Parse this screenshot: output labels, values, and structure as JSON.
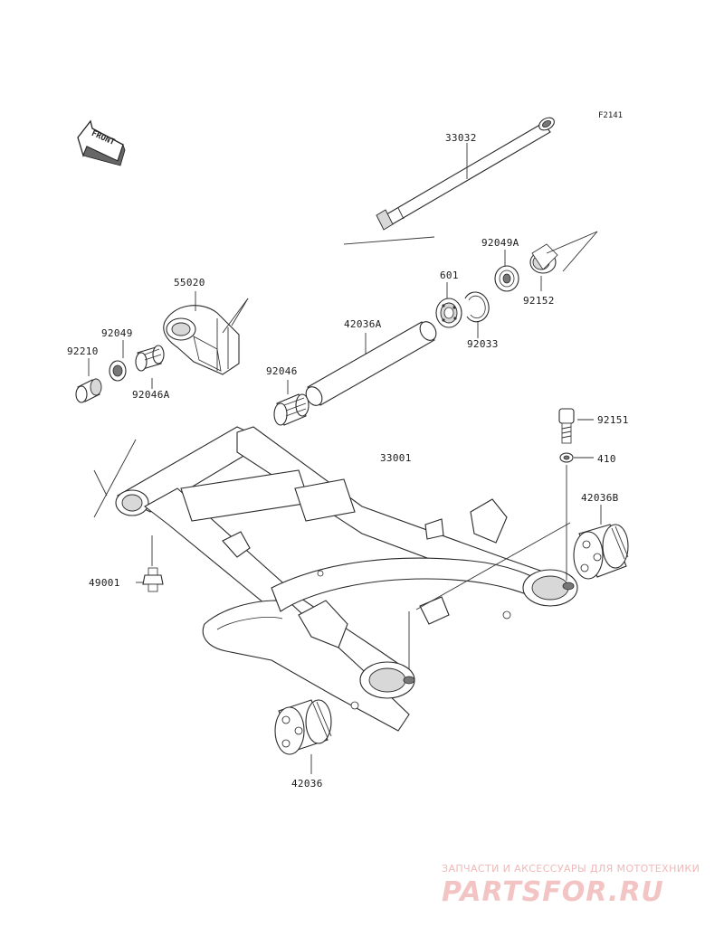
{
  "diagram": {
    "figure_code": "F2141",
    "front_marker": "FRONT",
    "parts": [
      {
        "number": "33032"
      },
      {
        "number": "92049A"
      },
      {
        "number": "601"
      },
      {
        "number": "92152"
      },
      {
        "number": "92033"
      },
      {
        "number": "55020"
      },
      {
        "number": "42036A"
      },
      {
        "number": "92049"
      },
      {
        "number": "92210"
      },
      {
        "number": "92046A"
      },
      {
        "number": "92046"
      },
      {
        "number": "92151"
      },
      {
        "number": "33001"
      },
      {
        "number": "410"
      },
      {
        "number": "42036B"
      },
      {
        "number": "49001"
      },
      {
        "number": "42036"
      }
    ]
  },
  "watermark": {
    "tagline": "ЗАПЧАСТИ И АКСЕССУАРЫ ДЛЯ МОТОТЕХНИКИ",
    "logo_text": "PARTSFOR.RU"
  },
  "colors": {
    "line": "#2a2a2a",
    "watermark": "#f0b8b8"
  }
}
